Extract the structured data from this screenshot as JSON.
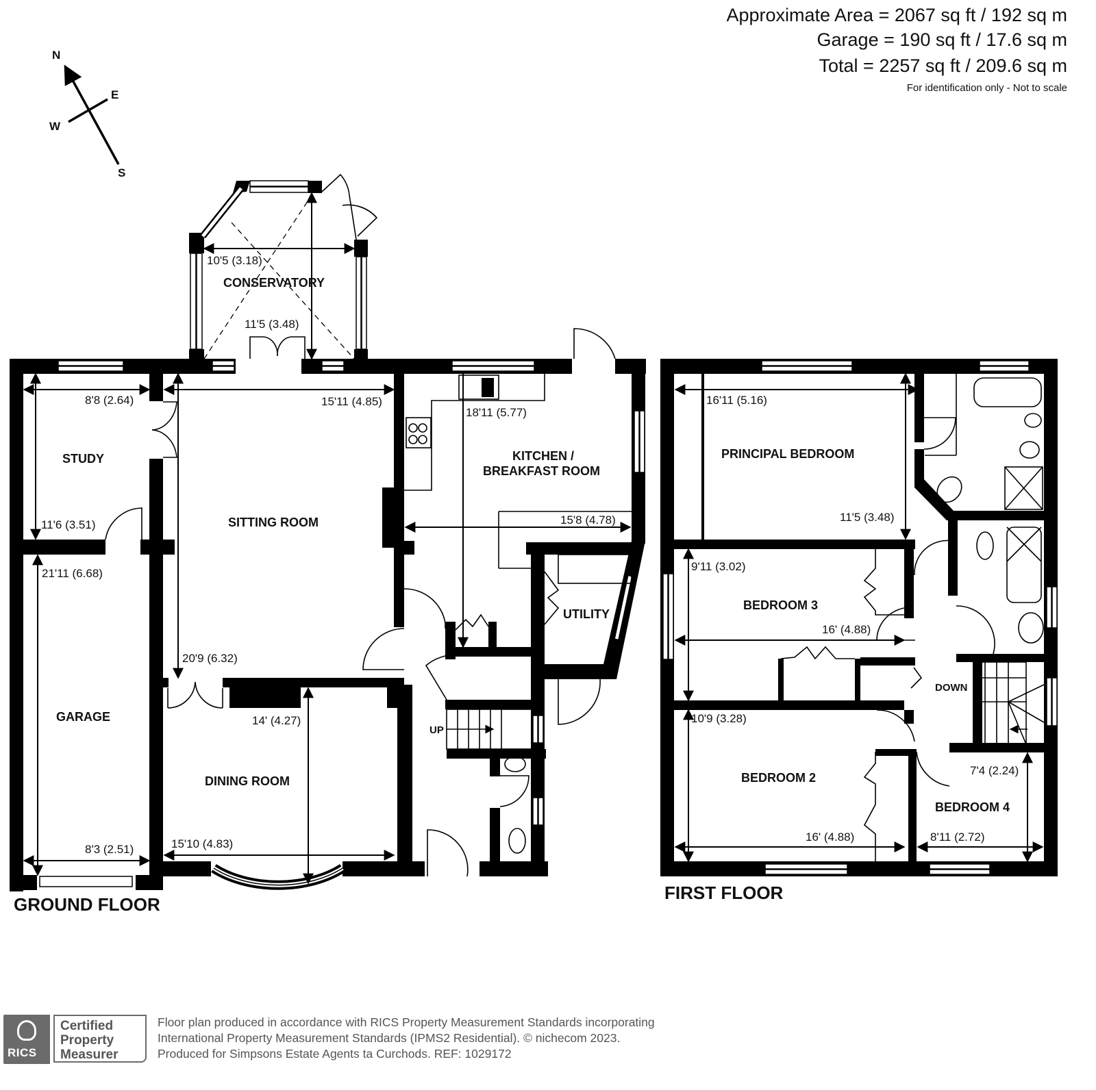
{
  "areas": {
    "approximate": "Approximate Area = 2067 sq ft / 192 sq m",
    "garage": "Garage = 190 sq ft / 17.6 sq m",
    "total": "Total = 2257 sq ft / 209.6 sq m",
    "note": "For identification only - Not to scale"
  },
  "compass": {
    "n": "N",
    "e": "E",
    "s": "S",
    "w": "W"
  },
  "ground_floor": {
    "title": "GROUND FLOOR",
    "rooms": {
      "conservatory": {
        "label": "CONSERVATORY",
        "width": "10'5 (3.18)",
        "length": "11'5 (3.48)"
      },
      "study": {
        "label": "STUDY",
        "width": "8'8 (2.64)",
        "length": "11'6 (3.51)"
      },
      "sitting_room": {
        "label": "SITTING ROOM",
        "width": "15'11 (4.85)",
        "length": "20'9 (6.32)"
      },
      "kitchen": {
        "label_line1": "KITCHEN /",
        "label_line2": "BREAKFAST ROOM",
        "length": "18'11 (5.77)",
        "width": "15'8 (4.78)"
      },
      "utility": {
        "label": "UTILITY"
      },
      "garage": {
        "label": "GARAGE",
        "length": "21'11 (6.68)",
        "width": "8'3 (2.51)"
      },
      "dining_room": {
        "label": "DINING ROOM",
        "length": "14' (4.27)",
        "width": "15'10 (4.83)"
      },
      "stairs": {
        "label": "UP"
      }
    }
  },
  "first_floor": {
    "title": "FIRST FLOOR",
    "rooms": {
      "principal_bedroom": {
        "label": "PRINCIPAL BEDROOM",
        "width": "16'11 (5.16)",
        "length": "11'5 (3.48)"
      },
      "bedroom3": {
        "label": "BEDROOM 3",
        "length": "9'11 (3.02)",
        "width": "16' (4.88)"
      },
      "bedroom2": {
        "label": "BEDROOM 2",
        "length": "10'9 (3.28)",
        "width": "16' (4.88)"
      },
      "bedroom4": {
        "label": "BEDROOM 4",
        "length": "7'4 (2.24)",
        "width": "8'11 (2.72)"
      },
      "stairs": {
        "label": "DOWN"
      }
    }
  },
  "footer": {
    "rics_logo": "RICS",
    "cert_line1": "Certified",
    "cert_line2": "Property",
    "cert_line3": "Measurer",
    "line1": "Floor plan produced in accordance with RICS Property Measurement Standards incorporating",
    "line2": "International Property Measurement Standards (IPMS2 Residential).   © nichecom 2023.",
    "line3": "Produced for Simpsons Estate Agents ta Curchods.   REF:  1029172"
  },
  "colors": {
    "wall": "#000000",
    "background": "#ffffff",
    "footer_grey": "#6b6b6b"
  }
}
